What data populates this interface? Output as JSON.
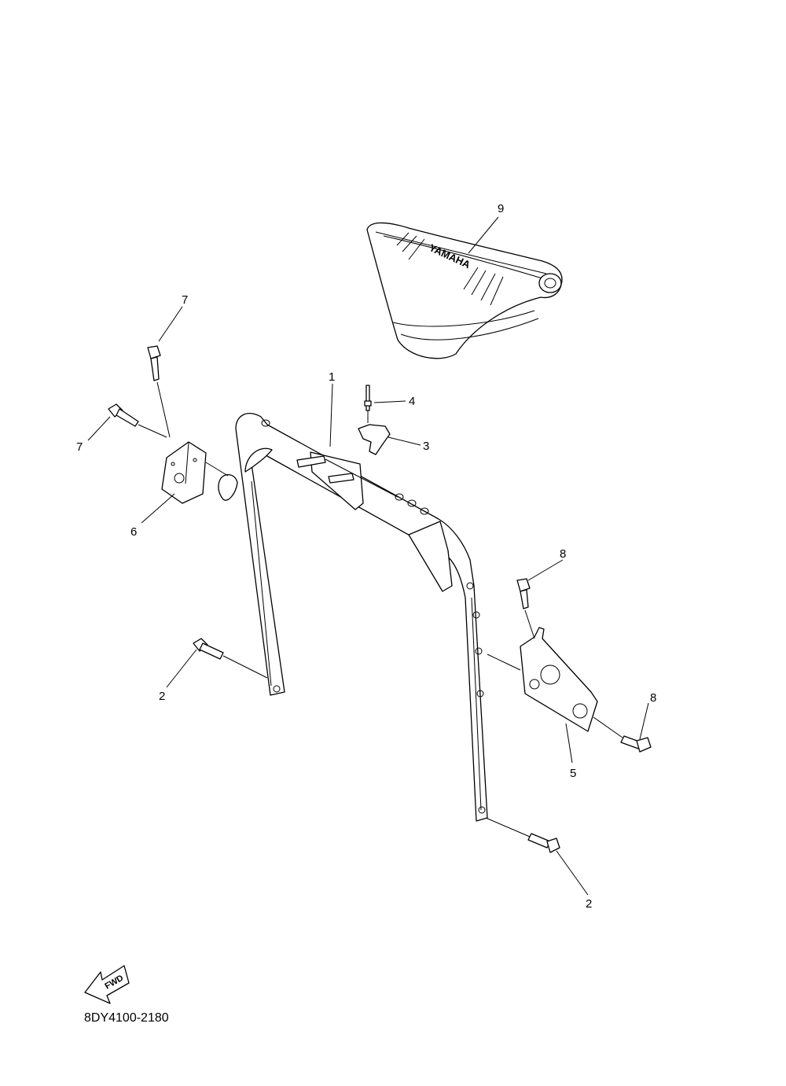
{
  "diagram": {
    "part_code": "8DY4100-2180",
    "fwd_label": "FWD",
    "seat_brand": "YAMAHA",
    "callouts": [
      {
        "id": "c1",
        "label": "1"
      },
      {
        "id": "c2a",
        "label": "2"
      },
      {
        "id": "c2b",
        "label": "2"
      },
      {
        "id": "c3",
        "label": "3"
      },
      {
        "id": "c4",
        "label": "4"
      },
      {
        "id": "c5",
        "label": "5"
      },
      {
        "id": "c6",
        "label": "6"
      },
      {
        "id": "c7a",
        "label": "7"
      },
      {
        "id": "c7b",
        "label": "7"
      },
      {
        "id": "c8a",
        "label": "8"
      },
      {
        "id": "c8b",
        "label": "8"
      },
      {
        "id": "c9",
        "label": "9"
      }
    ]
  }
}
